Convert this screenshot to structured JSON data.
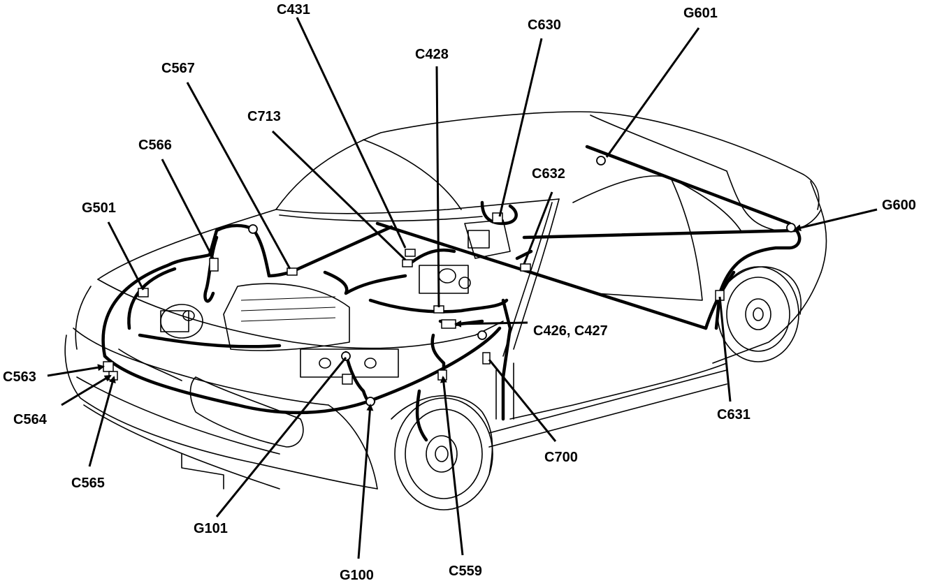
{
  "labels": {
    "C431": "C431",
    "C630": "C630",
    "G601": "G601",
    "C428": "C428",
    "C567": "C567",
    "C713": "C713",
    "C566": "C566",
    "C632": "C632",
    "G501": "G501",
    "G600": "G600",
    "C426_C427": "C426, C427",
    "C563": "C563",
    "C564": "C564",
    "C565": "C565",
    "C631": "C631",
    "C700": "C700",
    "G101": "G101",
    "G100": "G100",
    "C559": "C559"
  }
}
